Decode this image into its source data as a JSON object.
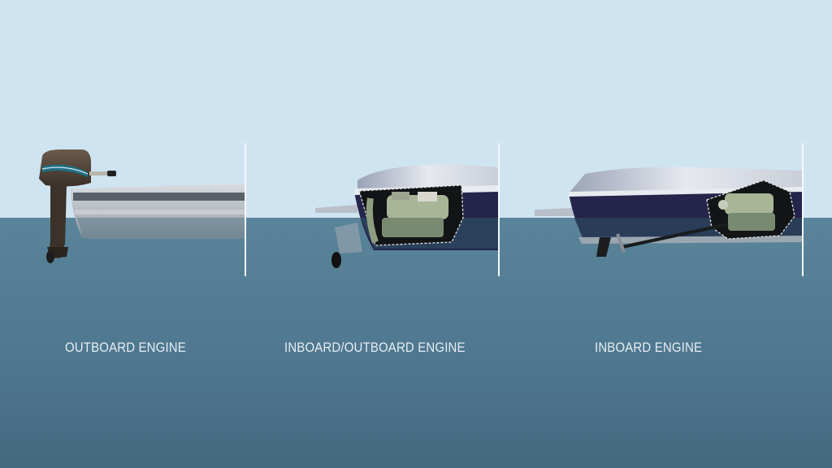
{
  "diagram": {
    "colors": {
      "sky": "#cfe4f1",
      "water_top": "#5a8499",
      "water_bottom": "#44697f",
      "hull_navy": "#25244a",
      "hull_grey": "#b9bec6",
      "engine_green": "#aab89a",
      "label_text": "#e6eef3"
    },
    "panels": [
      {
        "id": "outboard",
        "label": "OUTBOARD ENGINE",
        "icon": "outboard-motor-boat"
      },
      {
        "id": "inboard-outboard",
        "label": "INBOARD/OUTBOARD ENGINE",
        "icon": "sterndrive-boat"
      },
      {
        "id": "inboard",
        "label": "INBOARD ENGINE",
        "icon": "inboard-shaft-boat"
      }
    ]
  }
}
